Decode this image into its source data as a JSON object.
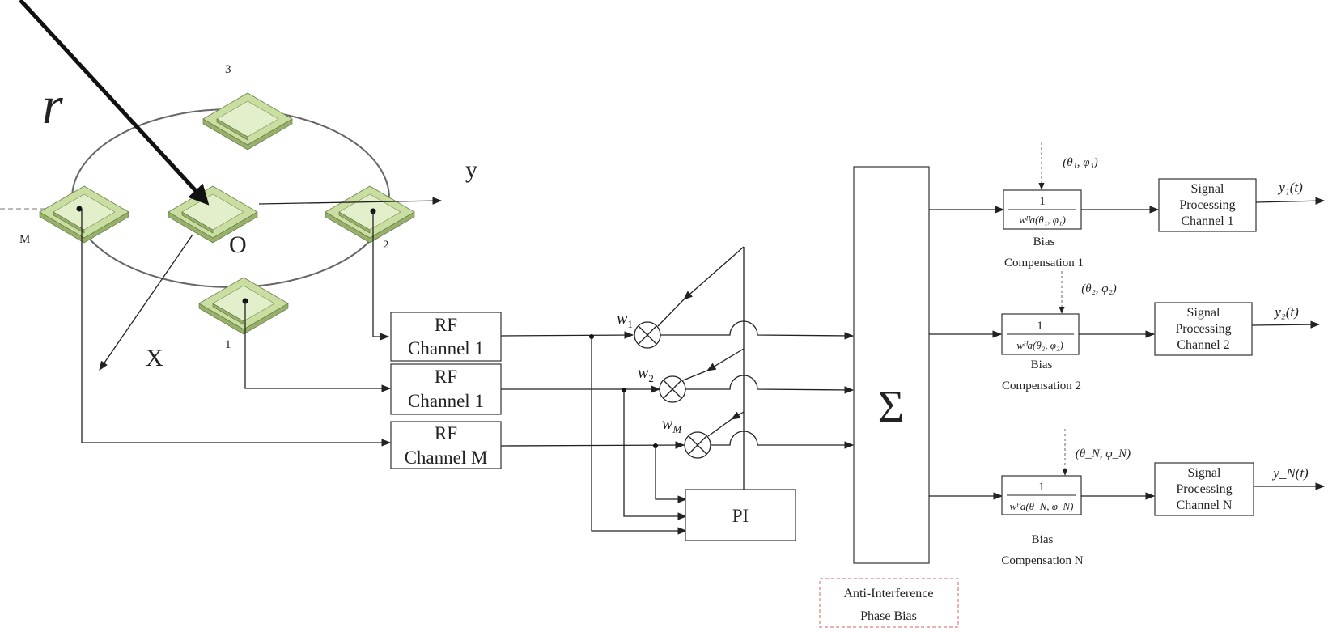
{
  "antenna": {
    "incident_label": "r",
    "origin_label": "O",
    "y_axis_label": "y",
    "x_axis_label": "X",
    "elements": [
      "3",
      "M",
      "2",
      "1"
    ]
  },
  "rf_channels": [
    {
      "line1": "RF",
      "line2": "Channel 1"
    },
    {
      "line1": "RF",
      "line2": "Channel 1"
    },
    {
      "line1": "RF",
      "line2": "Channel M"
    }
  ],
  "weights": [
    {
      "base": "w",
      "sub": "1"
    },
    {
      "base": "w",
      "sub": "2"
    },
    {
      "base": "w",
      "sub": "M"
    }
  ],
  "pi_label": "PI",
  "sum_symbol": "Σ",
  "anti_interference": {
    "line1": "Anti-Interference",
    "line2": "Phase Bias"
  },
  "bias_compensation": [
    {
      "angles": "(θ₁, φ₁)",
      "numerator": "1",
      "denominator": "wᴴa(θ₁, φ₁)",
      "label1": "Bias",
      "label2": "Compensation 1"
    },
    {
      "angles": "(θ₂, φ₂)",
      "numerator": "1",
      "denominator": "wᴴa(θ₂, φ₂)",
      "label1": "Bias",
      "label2": "Compensation 2"
    },
    {
      "angles": "(θ_N, φ_N)",
      "numerator": "1",
      "denominator": "wᴴa(θ_N, φ_N)",
      "label1": "Bias",
      "label2": "Compensation N"
    }
  ],
  "signal_processing": [
    {
      "line1": "Signal",
      "line2": "Processing",
      "line3": "Channel 1"
    },
    {
      "line1": "Signal",
      "line2": "Processing",
      "line3": "Channel 2"
    },
    {
      "line1": "Signal",
      "line2": "Processing",
      "line3": "Channel N"
    }
  ],
  "outputs": [
    "y₁(t)",
    "y₂(t)",
    "y_N(t)"
  ],
  "colors": {
    "patch": "#c9dea0",
    "dashed_box": "#e08080",
    "line": "#222222"
  }
}
